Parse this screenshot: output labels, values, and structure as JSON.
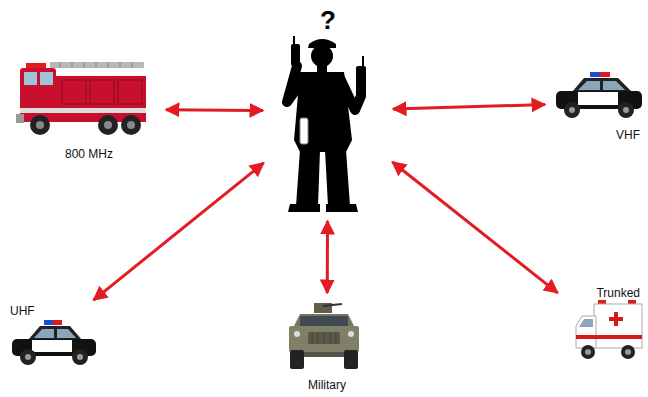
{
  "diagram": {
    "nodes": [
      {
        "text": [
          "?"
        ]
      },
      {
        "text": [
          "800 MHz"
        ]
      },
      {
        "text": [
          "VHF"
        ]
      },
      {
        "text": [
          "UHF"
        ]
      },
      {
        "text": [
          "Military"
        ]
      },
      {
        "text": [
          "Trunked"
        ]
      }
    ],
    "edges": [
      {
        "from": 0,
        "to": 1,
        "arrow": "both"
      },
      {
        "from": 0,
        "to": 2,
        "arrow": "both"
      },
      {
        "from": 0,
        "to": 3,
        "arrow": "both"
      },
      {
        "from": 0,
        "to": 4,
        "arrow": "both"
      },
      {
        "from": 0,
        "to": 5,
        "arrow": "both"
      }
    ]
  }
}
